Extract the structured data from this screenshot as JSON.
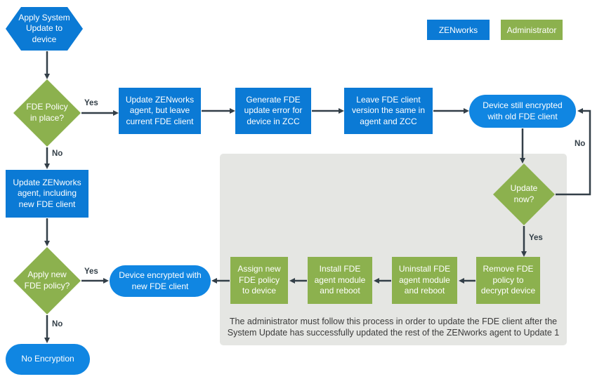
{
  "palette": {
    "blue": "#0b7ad5",
    "blue_bright": "#1086e2",
    "green": "#8cb14e",
    "gray": "#e5e6e3",
    "dark": "#333f48",
    "text": "#3a3a3a"
  },
  "legend": {
    "zenworks": "ZENworks",
    "administrator": "Administrator"
  },
  "nodes": {
    "start": "Apply System Update to device",
    "fde_policy_in_place": "FDE Policy in place?",
    "update_agent_leave_client": "Update ZENworks agent, but leave current FDE client",
    "generate_fde_error": "Generate FDE update error for device in ZCC",
    "leave_fde_version": "Leave FDE client version the same in agent and ZCC",
    "device_still_encrypted": "Device still encrypted with old FDE client",
    "update_now": "Update now?",
    "remove_fde_policy": "Remove FDE policy to decrypt device",
    "uninstall_fde_module": "Uninstall FDE agent module and reboot",
    "install_fde_module": "Install FDE agent module and reboot",
    "assign_new_policy": "Assign new FDE policy to device",
    "update_agent_new_client": "Update ZENworks agent, including new FDE client",
    "apply_new_policy": "Apply new FDE policy?",
    "device_encrypted_new": "Device encrypted with new FDE client",
    "no_encryption": "No Encryption"
  },
  "labels": {
    "yes": "Yes",
    "no": "No"
  },
  "note": "The administrator must follow this process in order to update the FDE client after the System Update has successfully updated the rest of the ZENworks agent to Update 1"
}
